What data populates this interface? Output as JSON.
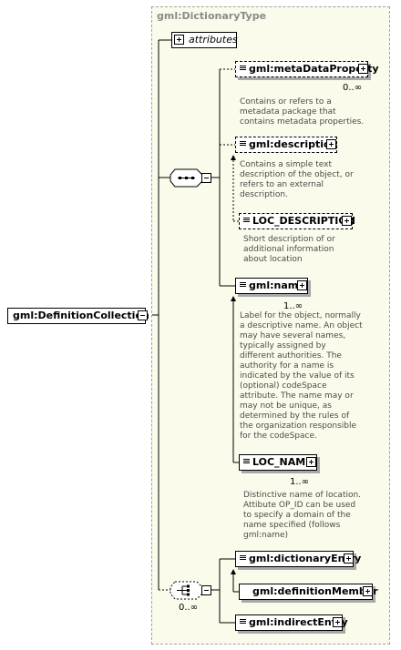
{
  "type_box": {
    "label": "gml:DictionaryType"
  },
  "root": {
    "label": "gml:DefinitionCollection"
  },
  "attributes": {
    "label": "attributes"
  },
  "elements": {
    "meta_data_property": {
      "label": "gml:metaDataProperty",
      "cardinality": "0..∞",
      "description": "Contains or refers to a metadata package that contains metadata properties."
    },
    "description": {
      "label": "gml:description",
      "description": "Contains a simple text description of the object, or refers to an external description."
    },
    "loc_description": {
      "label": "LOC_DESCRIPTION",
      "description": "Short description of or additional information about location"
    },
    "name": {
      "label": "gml:name",
      "cardinality": "1..∞",
      "description": "Label for the object, normally a descriptive name. An object may have several names, typically assigned by different authorities.  The authority for a name is indicated by the value of its (optional) codeSpace attribute.  The name may or may not be unique, as determined by the rules of the organization responsible for the codeSpace."
    },
    "loc_name": {
      "label": "LOC_NAME",
      "cardinality": "1..∞",
      "description": "Distinctive name of location. Attibute OP_ID can be used to specify a domain of the name specified (follows gml:name)"
    },
    "dictionary_entry": {
      "label": "gml:dictionaryEntry"
    },
    "definition_member": {
      "label": "gml:definitionMember"
    },
    "indirect_entry": {
      "label": "gml:indirectEntry"
    }
  },
  "choice": {
    "cardinality": "0..∞"
  }
}
